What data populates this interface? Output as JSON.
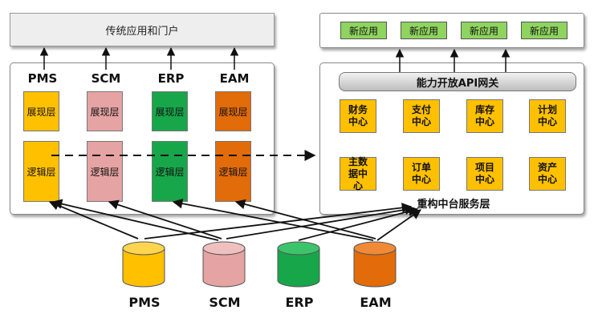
{
  "colors": {
    "pms": "#ffc000",
    "scm": "#e6a3a3",
    "erp": "#18a64a",
    "eam": "#e26b0a",
    "new_app": "#8fd45f",
    "center": "#ffc000"
  },
  "left": {
    "portal_label": "传统应用和门户",
    "systems": [
      {
        "name": "PMS",
        "presentation": "展现层",
        "logic": "逻辑层"
      },
      {
        "name": "SCM",
        "presentation": "展现层",
        "logic": "逻辑层"
      },
      {
        "name": "ERP",
        "presentation": "展现层",
        "logic": "逻辑层"
      },
      {
        "name": "EAM",
        "presentation": "展现层",
        "logic": "逻辑层"
      }
    ]
  },
  "right": {
    "new_apps": [
      "新应用",
      "新应用",
      "新应用",
      "新应用"
    ],
    "gateway_label": "能力开放API网关",
    "centers": [
      "财务中心",
      "支付中心",
      "库存中心",
      "计划中心",
      "主数据中心",
      "订单中心",
      "项目中心",
      "资产中心"
    ],
    "service_layer_label": "重构中台服务层"
  },
  "databases": [
    "PMS",
    "SCM",
    "ERP",
    "EAM"
  ]
}
